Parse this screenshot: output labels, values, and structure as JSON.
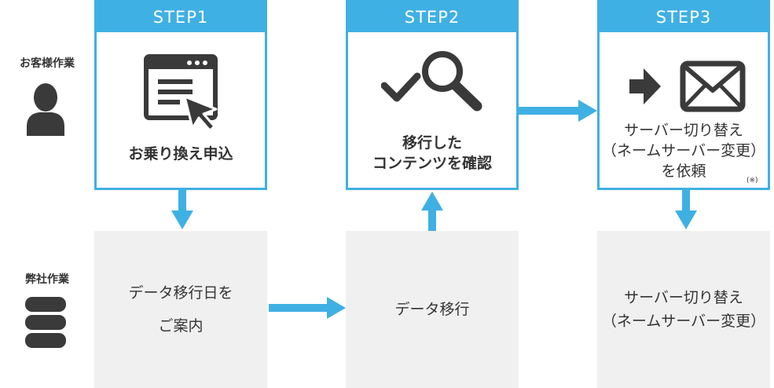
{
  "roles": {
    "customer": "お客様作業",
    "company": "弊社作業"
  },
  "steps": [
    {
      "header": "STEP1",
      "icon": "browser-form-icon",
      "lines": [
        "お乗り換え申込"
      ]
    },
    {
      "header": "STEP2",
      "icon": "check-magnifier-icon",
      "lines": [
        "移行した",
        "コンテンツを確認"
      ]
    },
    {
      "header": "STEP3",
      "icon": "arrow-mail-icon",
      "lines": [
        "サーバー切り替え",
        "（ネームサーバー変更）",
        "を依頼"
      ],
      "note": "(※)"
    }
  ],
  "company_tasks": [
    {
      "lines": [
        "データ移行日を",
        "ご案内"
      ]
    },
    {
      "lines": [
        "データ移行"
      ]
    },
    {
      "lines": [
        "サーバー切り替え",
        "（ネームサーバー変更）"
      ]
    }
  ],
  "colors": {
    "accent": "#3fb0e3",
    "panel_grey": "#f0f0f0",
    "icon_dark": "#3a3a3a"
  }
}
